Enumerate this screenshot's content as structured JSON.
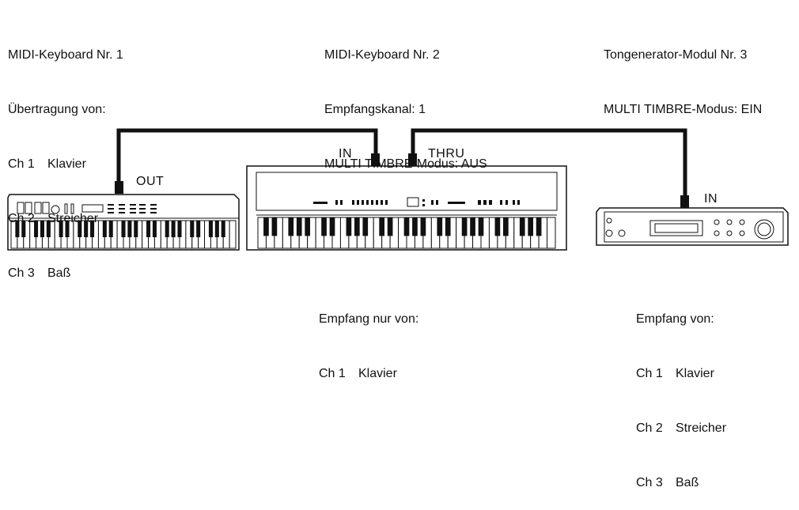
{
  "devices": {
    "keyboard1": {
      "title": "MIDI-Keyboard Nr. 1",
      "subtitle": "Übertragung von:",
      "channels": [
        {
          "ch": "Ch 1",
          "name": "Klavier"
        },
        {
          "ch": "Ch 2",
          "name": "Streicher"
        },
        {
          "ch": "Ch 3",
          "name": "Baß"
        }
      ],
      "port": "OUT"
    },
    "keyboard2": {
      "title": "MIDI-Keyboard Nr. 2",
      "line2": "Empfangskanal: 1",
      "line3": "MULTI TIMBRE-Modus: AUS",
      "port_in": "IN",
      "port_thru": "THRU",
      "receive_label": "Empfang nur von:",
      "receive_channels": [
        {
          "ch": "Ch 1",
          "name": "Klavier"
        }
      ]
    },
    "module3": {
      "title": "Tongenerator-Modul Nr. 3",
      "line2": "MULTI TIMBRE-Modus: EIN",
      "port_in": "IN",
      "receive_label": "Empfang von:",
      "receive_channels": [
        {
          "ch": "Ch 1",
          "name": "Klavier"
        },
        {
          "ch": "Ch 2",
          "name": "Streicher"
        },
        {
          "ch": "Ch 3",
          "name": "Baß"
        }
      ]
    }
  }
}
